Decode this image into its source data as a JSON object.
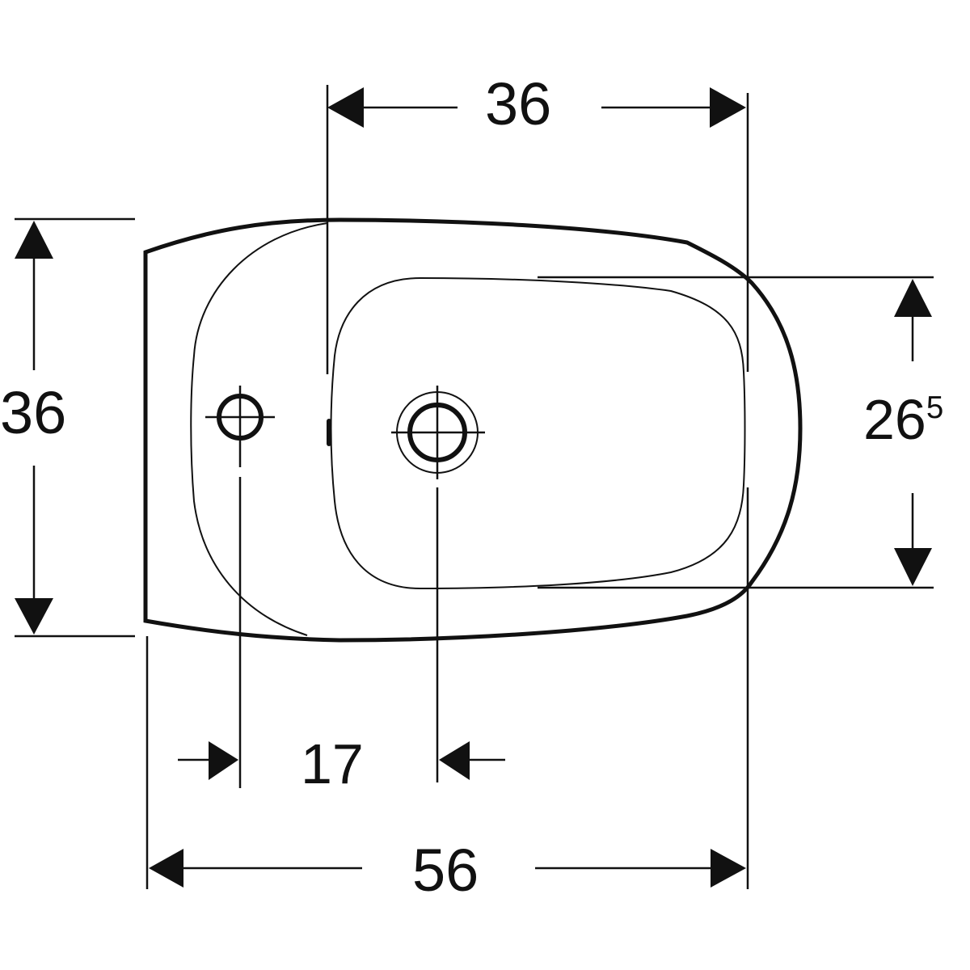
{
  "diagram": {
    "type": "technical-dimension-drawing",
    "subject": "bidet top view",
    "units": "cm",
    "stroke_color": "#111111",
    "background": "#ffffff"
  },
  "dimensions": {
    "top_width": {
      "value": "36",
      "label": "36"
    },
    "left_height": {
      "value": "36",
      "label": "36"
    },
    "right_bowl_height": {
      "value": "26.5",
      "main": "26",
      "sup": "5"
    },
    "hole_spacing": {
      "value": "17",
      "label": "17"
    },
    "overall_length": {
      "value": "56",
      "label": "56"
    }
  },
  "features": [
    {
      "name": "tap-hole",
      "symbol": "circle-with-crosshair"
    },
    {
      "name": "drain-outlet",
      "symbol": "double-circle-with-crosshair"
    },
    {
      "name": "overflow",
      "symbol": "small-slot"
    }
  ]
}
